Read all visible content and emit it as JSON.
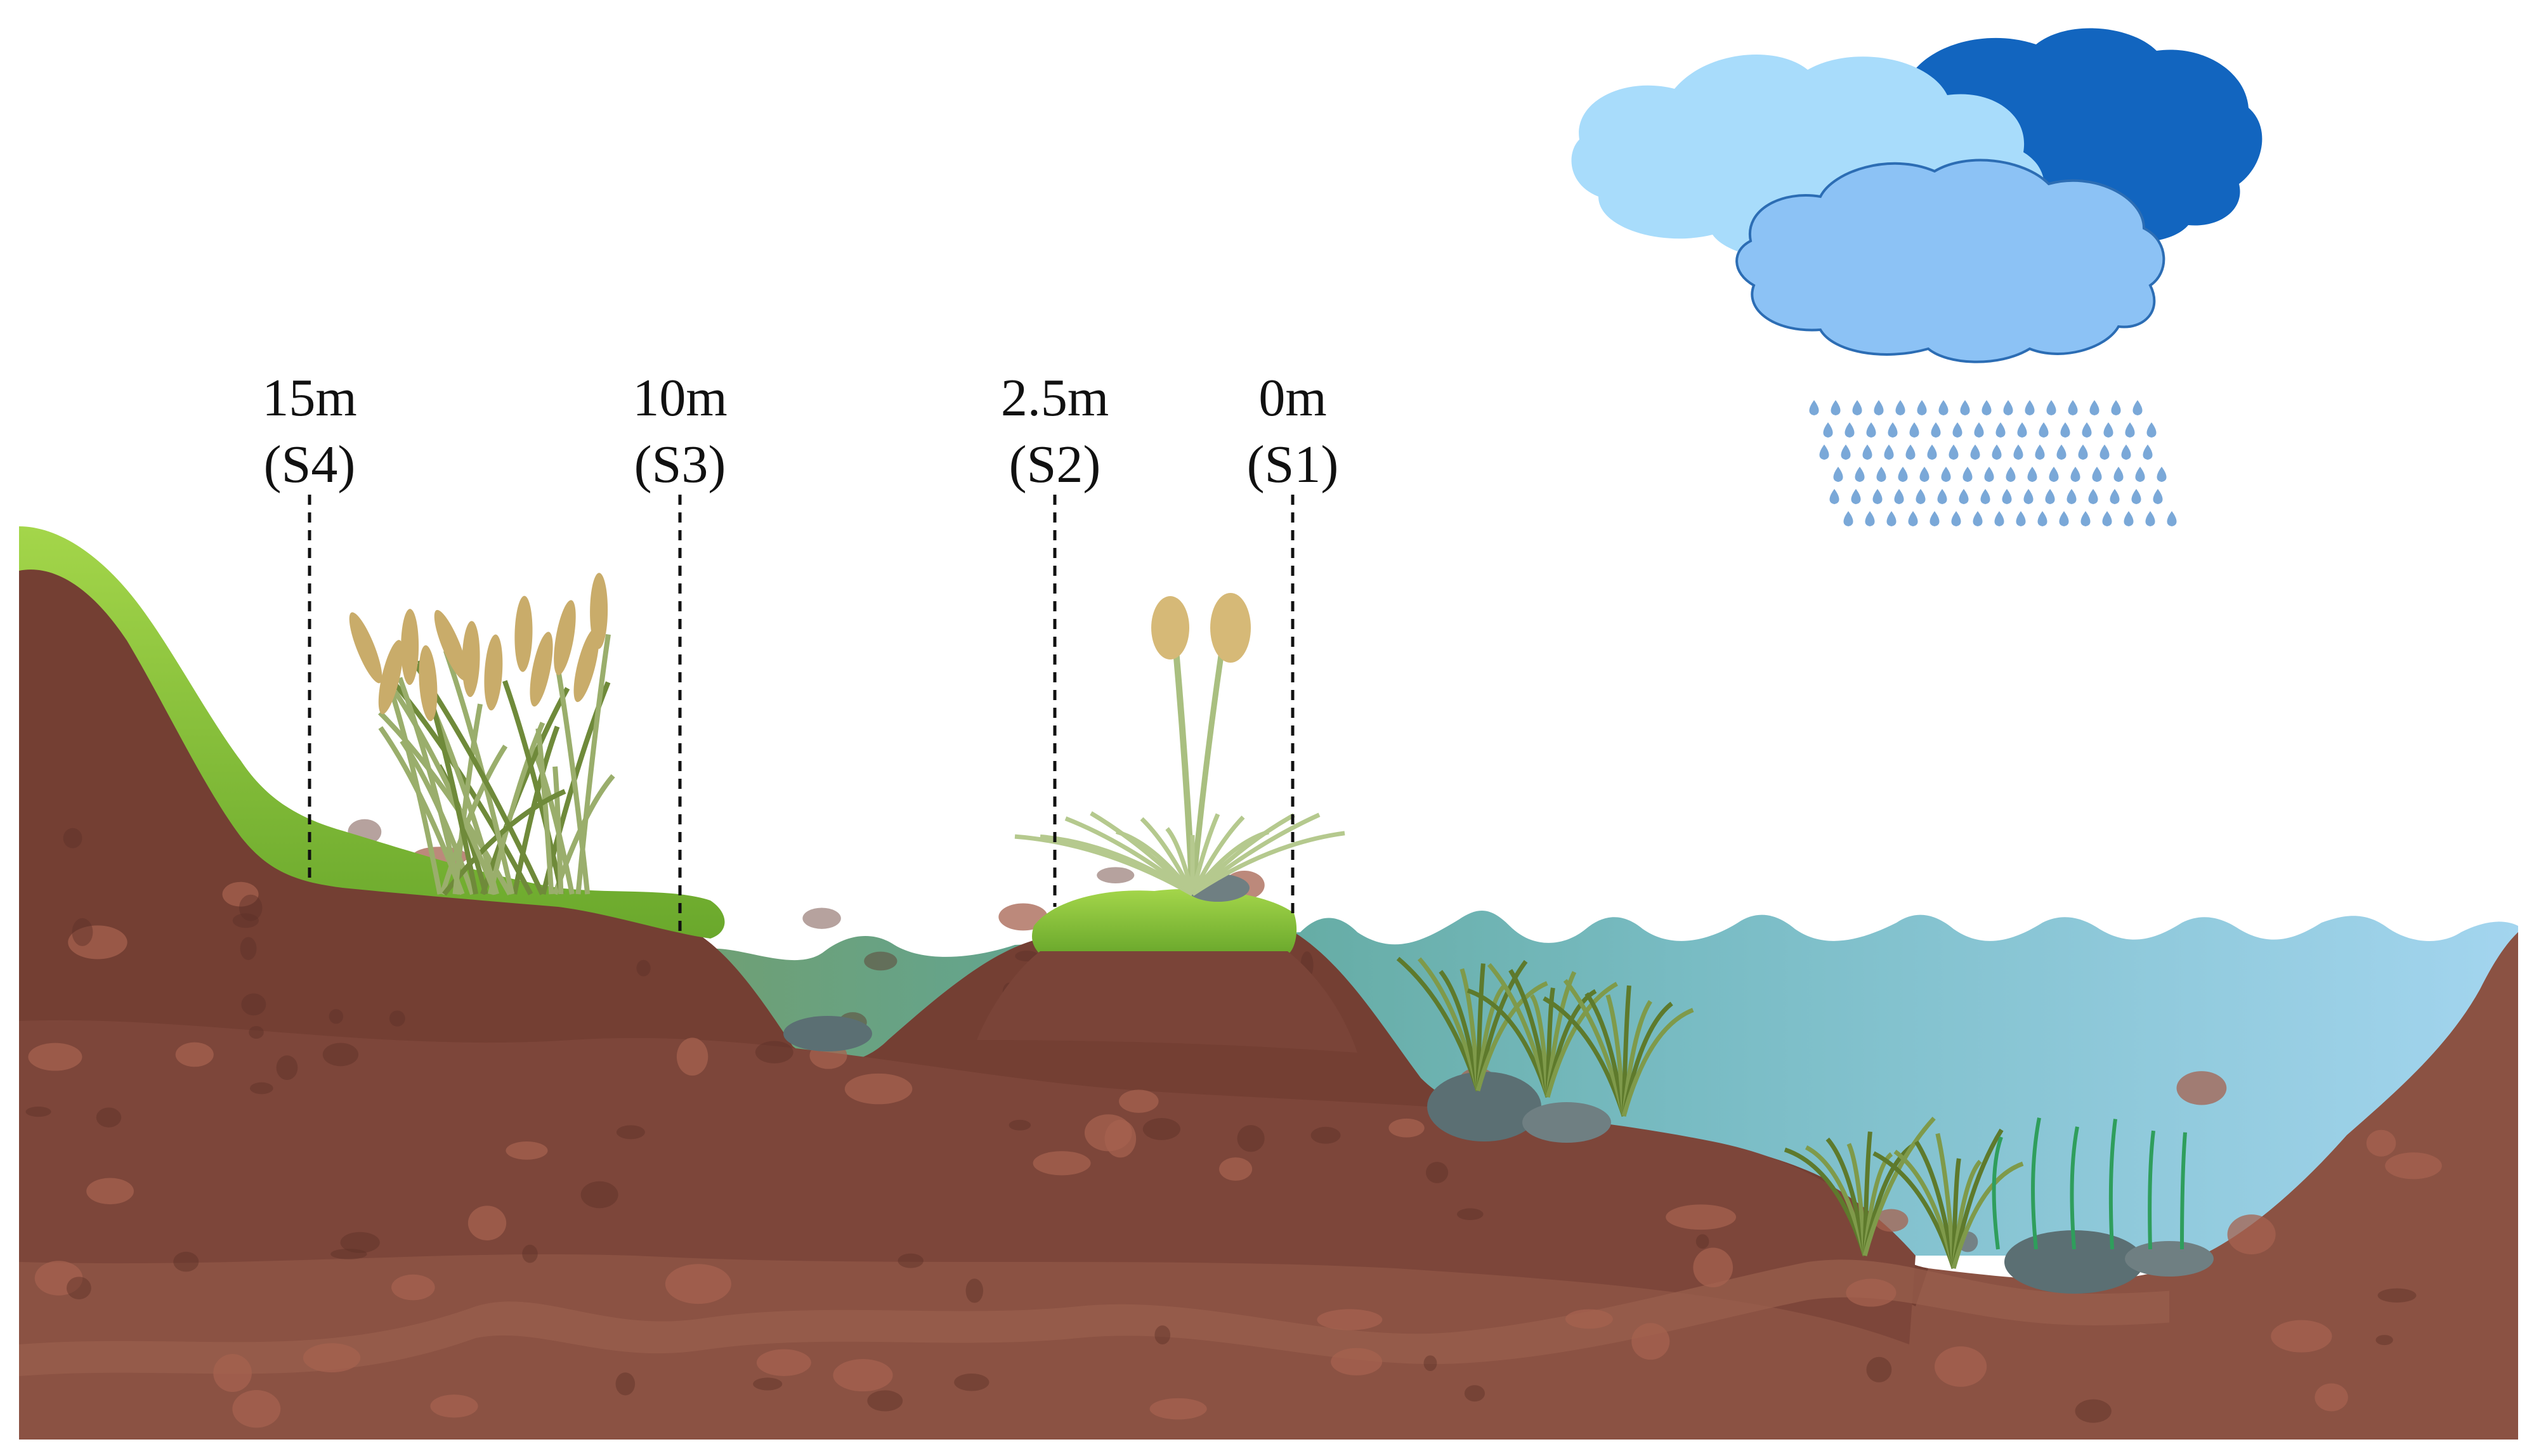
{
  "sites": [
    {
      "id": "S4",
      "distance": "15m",
      "code": "(S4)"
    },
    {
      "id": "S3",
      "distance": "10m",
      "code": "(S3)"
    },
    {
      "id": "S2",
      "distance": "2.5m",
      "code": "(S2)"
    },
    {
      "id": "S1",
      "distance": "0m",
      "code": "(S1)"
    }
  ],
  "colors": {
    "soil_top": "#7a4438",
    "soil_mid": "#83493c",
    "soil_deep": "#8b5243",
    "pebble": "#a5614f",
    "moss": "#8cc63f",
    "moss_dark": "#5e9e2a",
    "grass_tan": "#c9ac6a",
    "grass_green": "#9aae6c",
    "water_left": "#5a9a78",
    "water_right": "#9fd3ee",
    "cloud_light": "#a8dcfb",
    "cloud_dark": "#1265bf",
    "cloud_front": "#8cc2f5",
    "raindrop": "#7aa8d8",
    "rock": "#5b6f73"
  }
}
